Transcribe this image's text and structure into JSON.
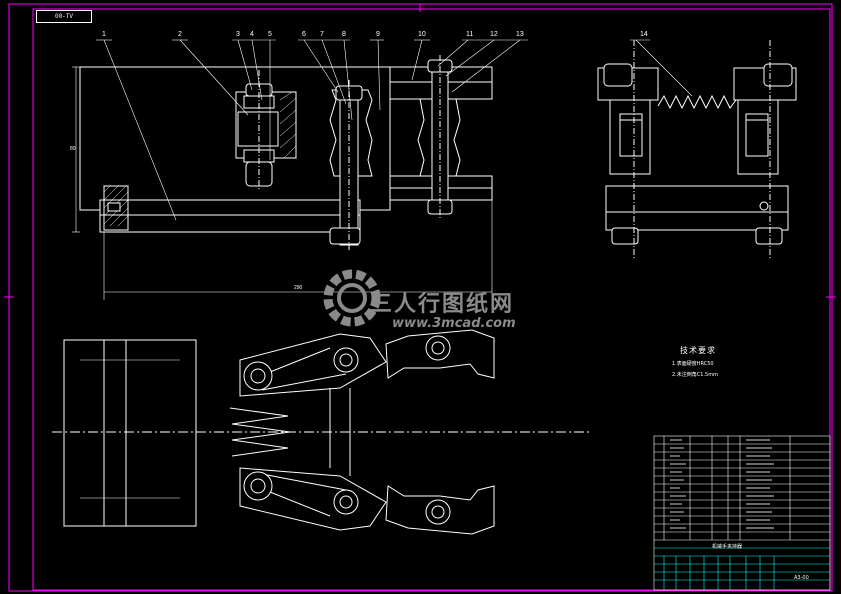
{
  "stamp": "00-TV",
  "balloons": [
    "1",
    "2",
    "3",
    "4",
    "5",
    "6",
    "7",
    "8",
    "9",
    "10",
    "11",
    "12",
    "13",
    "14"
  ],
  "dimensions": {
    "height": "80",
    "length": "290"
  },
  "watermark": {
    "brand_cn": "三人行图纸网",
    "url": "www.3mcad.com"
  },
  "tech_requirements": {
    "title": "技术要求",
    "lines": [
      "1.表面硬度HRC50",
      "2.未注倒角C1.5mm"
    ]
  },
  "title_block": {
    "part_name": "机械手夹持器",
    "drawing_no": "A3-00"
  },
  "colors": {
    "line": "#ffffff",
    "frame": "#ff00ff",
    "titleblock_accent": "#00ffff",
    "watermark": "#8a8a8a"
  }
}
